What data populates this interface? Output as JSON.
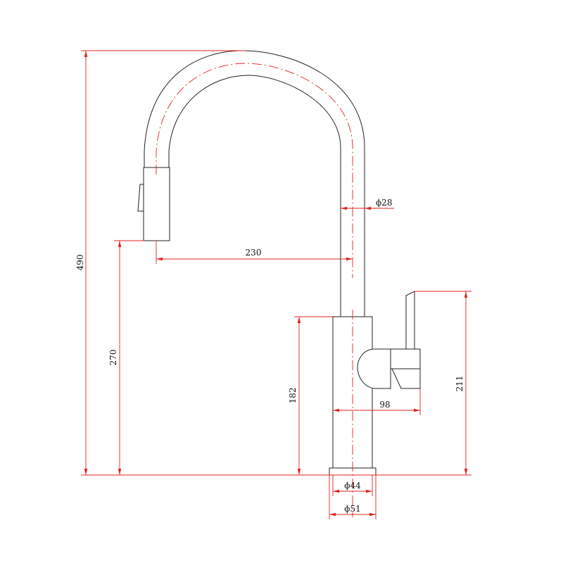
{
  "dimensions": {
    "total_height": "490",
    "spout_height": "270",
    "body_height": "182",
    "reach": "230",
    "spout_diameter": "ϕ28",
    "handle_height": "211",
    "handle_reach": "98",
    "inner_base_diameter": "ϕ44",
    "base_diameter": "ϕ51"
  },
  "colors": {
    "outline": "#222222",
    "dimension": "#e0221f"
  }
}
